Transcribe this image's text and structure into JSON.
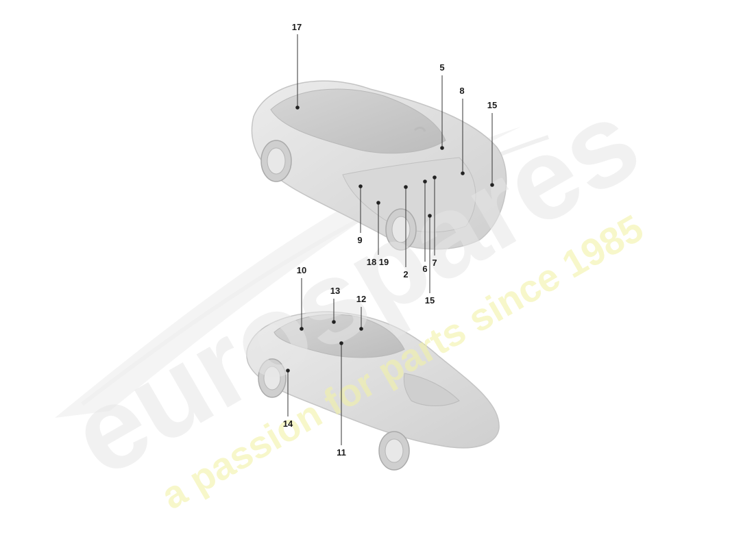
{
  "watermark": {
    "brand": "eurospares",
    "tagline": "a passion for parts since 1985",
    "brand_color": "#e6e6e6",
    "tagline_color": "#f2f2a6"
  },
  "colors": {
    "car_body": "#dcdcdc",
    "car_shadow": "#bdbdbd",
    "glass": "#c9c9c9",
    "callout": "#1a1a1a"
  },
  "callouts": {
    "c17": "17",
    "c5": "5",
    "c8": "8",
    "c15a": "15",
    "c9": "9",
    "c18_19": "18 19",
    "c2": "2",
    "c6": "6",
    "c7": "7",
    "c15b": "15",
    "c10": "10",
    "c13": "13",
    "c12": "12",
    "c14": "14",
    "c11": "11"
  }
}
